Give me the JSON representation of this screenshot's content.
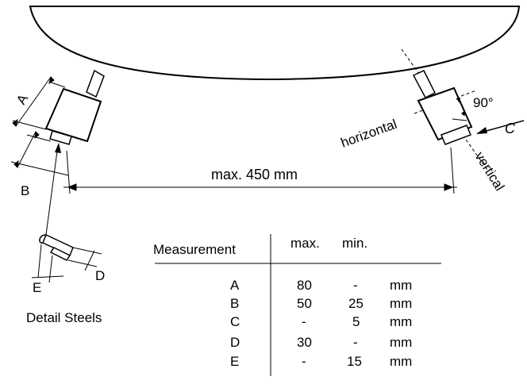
{
  "labels": {
    "a": "A",
    "b": "B",
    "c": "C",
    "d": "D",
    "e": "E",
    "horizontal": "horizontal",
    "vertical": "vertical",
    "angle": "90°",
    "span": "max. 450 mm",
    "detail": "Detail Steels"
  },
  "table": {
    "header_measurement": "Measurement",
    "header_max": "max.",
    "header_min": "min.",
    "rows": [
      {
        "name": "A",
        "max": "80",
        "min": "-",
        "unit": "mm"
      },
      {
        "name": "B",
        "max": "50",
        "min": "25",
        "unit": "mm"
      },
      {
        "name": "C",
        "max": "-",
        "min": "5",
        "unit": "mm"
      },
      {
        "name": "D",
        "max": "30",
        "min": "-",
        "unit": "mm"
      },
      {
        "name": "E",
        "max": "-",
        "min": "15",
        "unit": "mm"
      }
    ]
  }
}
